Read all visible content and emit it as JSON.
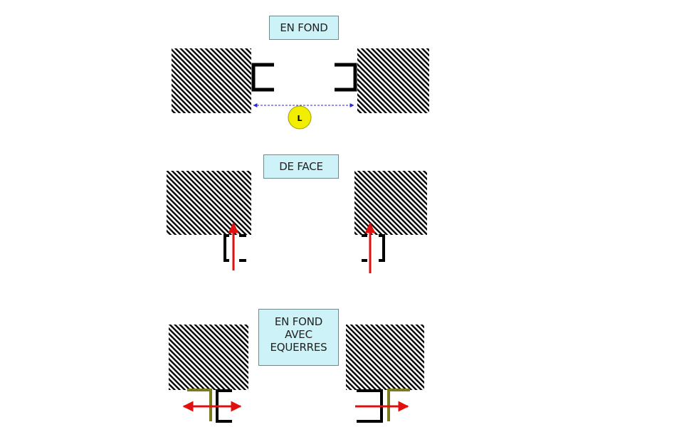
{
  "panels": {
    "en_fond": {
      "label": "EN FOND",
      "dimension_marker": "L"
    },
    "de_face": {
      "label": "DE FACE"
    },
    "en_fond_avec_equerres": {
      "label_lines": [
        "EN FOND",
        "AVEC",
        "EQUERRES"
      ]
    }
  },
  "colors": {
    "label_fill": "#cdf2f7",
    "label_border": "#6c8c90",
    "wall_hatch": "#000000",
    "profile": "#000000",
    "arrow": "#e01010",
    "bracket": "#7a7a1e",
    "dimension_line": "#2a2ad0",
    "marker_fill": "#f2ee00"
  }
}
